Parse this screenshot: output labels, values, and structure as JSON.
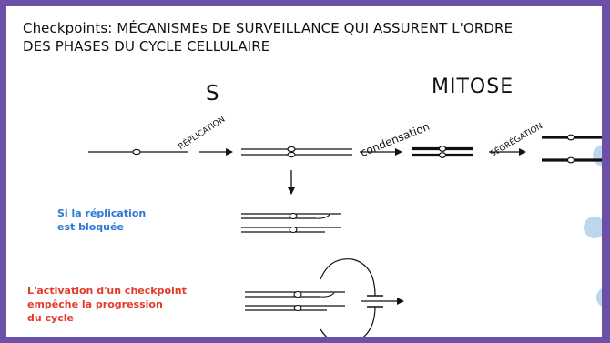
{
  "title": {
    "line1": "Checkpoints: MÉCANISMEs DE SURVEILLANCE QUI ASSURENT L'ORDRE",
    "line2": "DES PHASES DU CYCLE CELLULAIRE"
  },
  "stages": {
    "s": "S",
    "mitose": "MITOSE"
  },
  "steps": {
    "replication": "RÉPLICATION",
    "condensation": "condensation",
    "segregation": "SÉGRÉGATION"
  },
  "notes": {
    "blocked": [
      "Si la réplication",
      "est bloquée"
    ],
    "checkpoint": [
      "L'activation d'un checkpoint",
      "empêche la progression",
      "du cycle"
    ]
  },
  "colors": {
    "frame": "#6b4fa8",
    "blue_note": "#2f78d4",
    "red_note": "#e23a2a",
    "decor_dots": "#bcd6ec"
  }
}
